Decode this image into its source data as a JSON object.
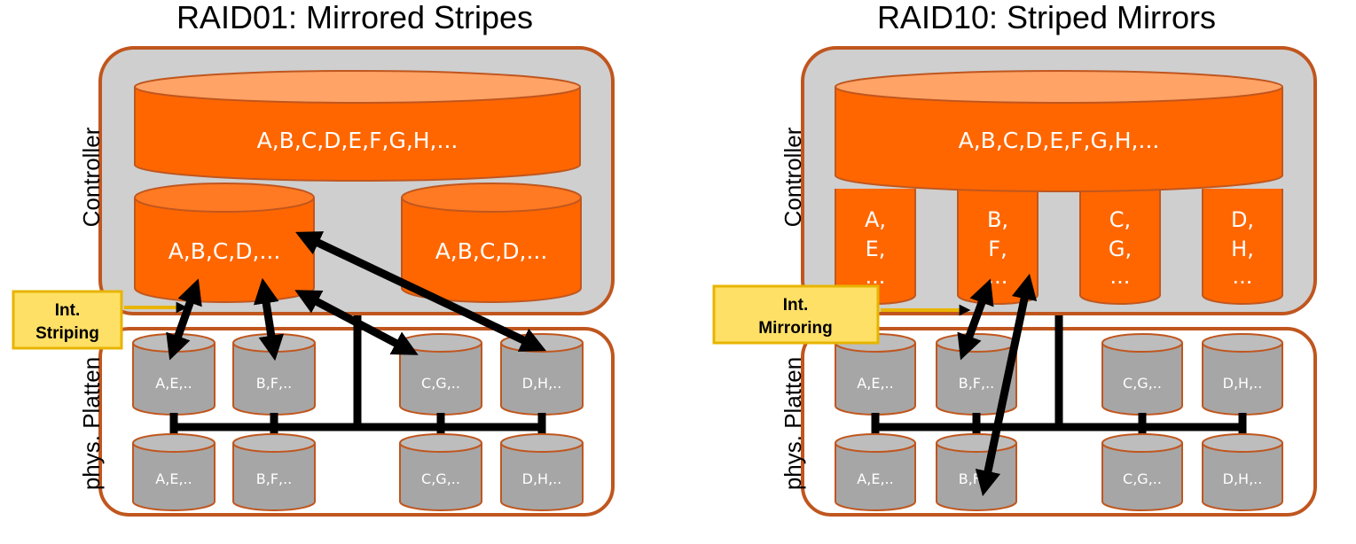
{
  "left": {
    "title": "RAID01: Mirrored Stripes",
    "controller_label": "Controller",
    "platten_label": "phys. Platten",
    "top_volume": "A,B,C,D,E,F,G,H,...",
    "stripe_1": "A,B,C,D,...",
    "stripe_2": "A,B,C,D,...",
    "callout_line1": "Int.",
    "callout_line2": "Striping",
    "disks_top": [
      "A,E,..",
      "B,F,..",
      "C,G,..",
      "D,H,.."
    ],
    "disks_bottom": [
      "A,E,..",
      "B,F,..",
      "C,G,..",
      "D,H,.."
    ]
  },
  "right": {
    "title": "RAID10: Striped Mirrors",
    "controller_label": "Controller",
    "platten_label": "phys. Platten",
    "top_volume": "A,B,C,D,E,F,G,H,...",
    "mirror_lines": [
      [
        "A,",
        "E,",
        "..."
      ],
      [
        "B,",
        "F,",
        "..."
      ],
      [
        "C,",
        "G,",
        "..."
      ],
      [
        "D,",
        "H,",
        "..."
      ]
    ],
    "callout_line1": "Int.",
    "callout_line2": "Mirroring",
    "disks_top": [
      "A,E,..",
      "B,F,..",
      "C,G,..",
      "D,H,.."
    ],
    "disks_bottom": [
      "A,E,..",
      "B,F,..",
      "C,G,..",
      "D,H,.."
    ]
  },
  "colors": {
    "orange": "#ff6600",
    "orange_top": "#ffa366",
    "panel_gray": "#cfcfcf",
    "disk_gray": "#a6a6a6",
    "border_brown": "#c0561e",
    "callout_yellow": "#ffe066"
  }
}
